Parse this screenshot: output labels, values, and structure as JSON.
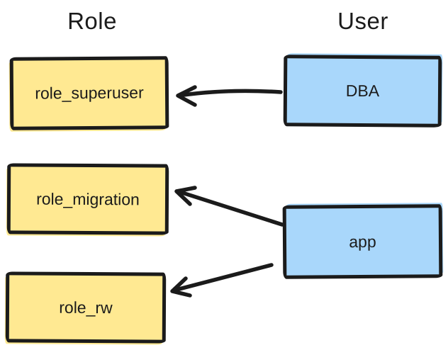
{
  "diagram": {
    "title": "",
    "columns": [
      {
        "id": "role",
        "label": "Role"
      },
      {
        "id": "user",
        "label": "User"
      }
    ],
    "nodes": [
      {
        "id": "role_superuser",
        "label": "role_superuser",
        "type": "role"
      },
      {
        "id": "role_migration",
        "label": "role_migration",
        "type": "role"
      },
      {
        "id": "role_rw",
        "label": "role_rw",
        "type": "role"
      },
      {
        "id": "DBA",
        "label": "DBA",
        "type": "user"
      },
      {
        "id": "app",
        "label": "app",
        "type": "user"
      }
    ],
    "edges": [
      {
        "from": "DBA",
        "to": "role_superuser"
      },
      {
        "from": "app",
        "to": "role_migration"
      },
      {
        "from": "app",
        "to": "role_rw"
      }
    ],
    "colors": {
      "role_fill": "#ffe992",
      "user_fill": "#a9d7fb",
      "stroke": "#1b1b1b",
      "background": "#ffffff"
    }
  }
}
